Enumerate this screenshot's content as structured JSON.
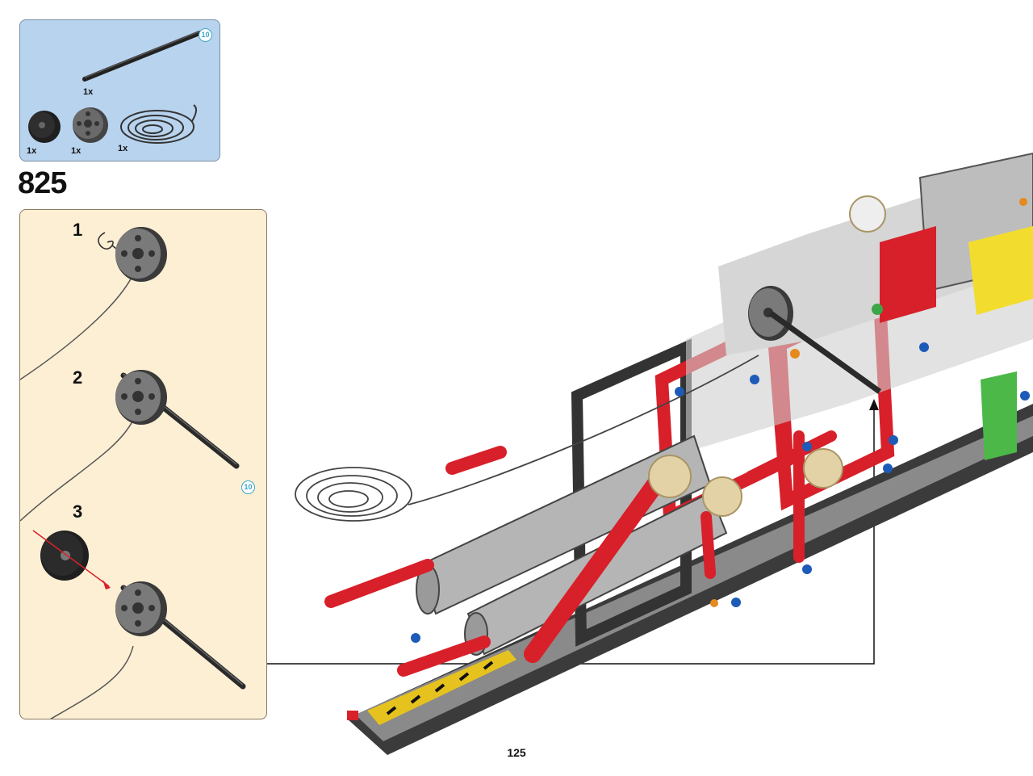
{
  "parts_list": {
    "items": [
      {
        "icon": "axle-10-icon",
        "qty": "1x",
        "callout": "10"
      },
      {
        "icon": "black-disc-icon",
        "qty": "1x"
      },
      {
        "icon": "wheel-hub-icon",
        "qty": "1x"
      },
      {
        "icon": "string-coil-icon",
        "qty": "1x"
      }
    ]
  },
  "step": {
    "number": "825",
    "substeps": [
      {
        "number": "1"
      },
      {
        "number": "2",
        "callout": "10"
      },
      {
        "number": "3"
      }
    ]
  },
  "page_number": "125",
  "colors": {
    "parts_bg": "#b8d3ee",
    "substep_bg": "#fdefd4",
    "technic_red": "#d8202a",
    "light_gray": "#c9c9c9",
    "dark_gray": "#4a4a4a",
    "callout": "#3aa7c9"
  }
}
